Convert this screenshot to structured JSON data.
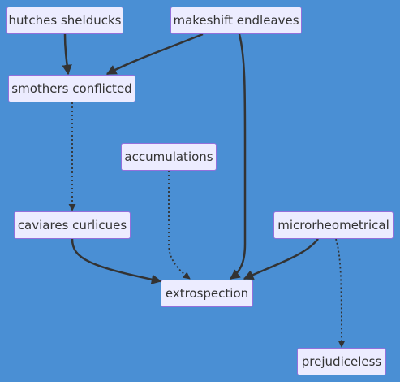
{
  "nodes": {
    "hutches_shelducks": "hutches shelducks",
    "makeshift_endleaves": "makeshift endleaves",
    "smothers_conflicted": "smothers conflicted",
    "accumulations": "accumulations",
    "caviares_curlicues": "caviares curlicues",
    "microrheometrical": "microrheometrical",
    "extrospection": "extrospection",
    "prejudiceless": "prejudiceless"
  },
  "edges": [
    {
      "from": "hutches_shelducks",
      "to": "smothers_conflicted",
      "style": "solid"
    },
    {
      "from": "makeshift_endleaves",
      "to": "smothers_conflicted",
      "style": "solid"
    },
    {
      "from": "makeshift_endleaves",
      "to": "extrospection",
      "style": "solid"
    },
    {
      "from": "smothers_conflicted",
      "to": "caviares_curlicues",
      "style": "dotted"
    },
    {
      "from": "accumulations",
      "to": "extrospection",
      "style": "dotted"
    },
    {
      "from": "caviares_curlicues",
      "to": "extrospection",
      "style": "solid"
    },
    {
      "from": "microrheometrical",
      "to": "extrospection",
      "style": "solid"
    },
    {
      "from": "microrheometrical",
      "to": "prejudiceless",
      "style": "dotted"
    }
  ],
  "colors": {
    "background": "#4a8fd4",
    "node_fill": "#ececff",
    "node_border": "#9370db",
    "edge": "#333333",
    "text": "#333333"
  }
}
